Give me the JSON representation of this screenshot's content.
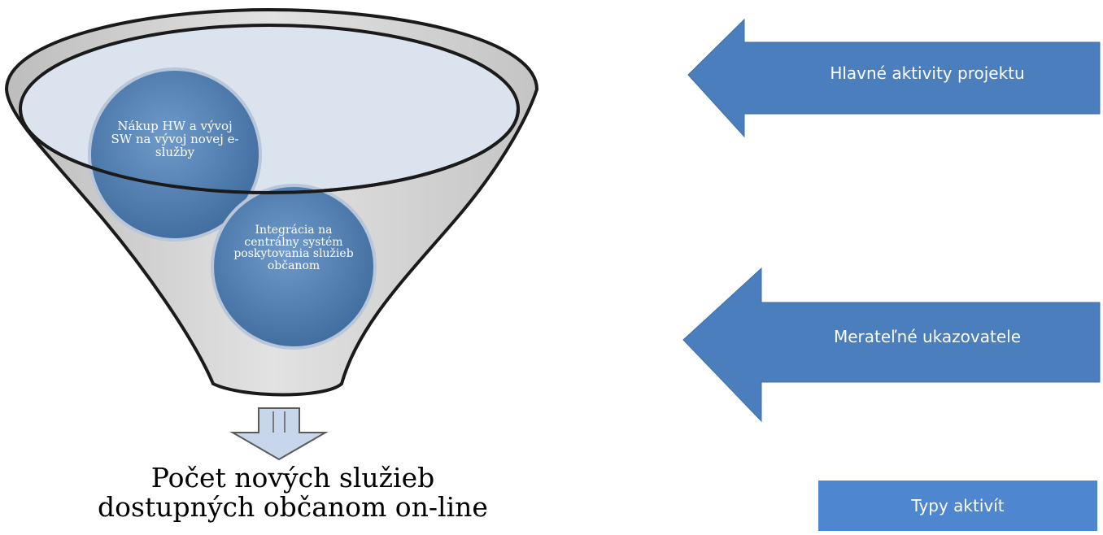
{
  "colors": {
    "arrow_fill": "#4a7ebc",
    "funnel_fill": "#d0d0d0",
    "funnel_opening": "#dbe3ee",
    "circle_fill": "#4f7fb3",
    "down_arrow_fill": "#c7d6ea",
    "legend_fill": "#4f86d0"
  },
  "funnel": {
    "activities": [
      {
        "label": "Nákup HW a vývoj SW na vývoj novej e-služby"
      },
      {
        "label": "Integrácia na centrálny systém poskytovania služieb občanom"
      }
    ],
    "result": {
      "icon": "down-arrow-icon",
      "text_line1": "Počet nových služieb",
      "text_line2": "dostupných občanom on-line"
    }
  },
  "arrows": [
    {
      "icon": "left-arrow-icon",
      "label": "Hlavné aktivity projektu"
    },
    {
      "icon": "left-arrow-icon",
      "label": "Merateľné ukazovatele"
    }
  ],
  "legend": {
    "label": "Typy aktivít"
  }
}
